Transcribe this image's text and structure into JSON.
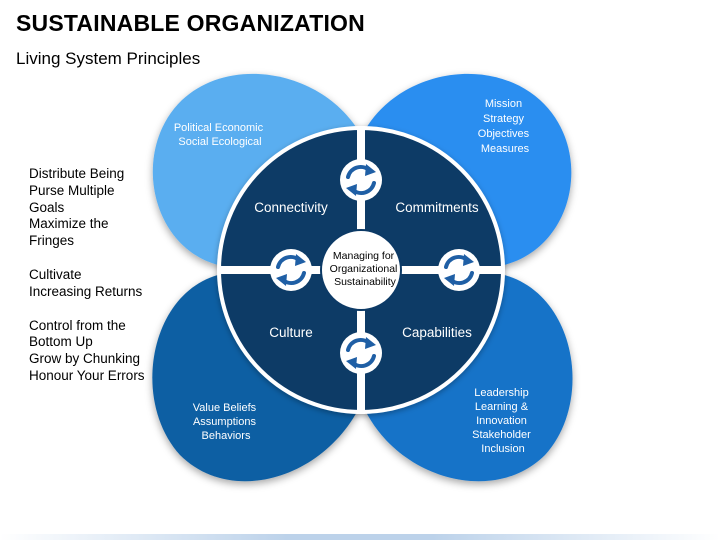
{
  "title": "SUSTAINABLE ORGANIZATION",
  "subtitle": "Living System Principles",
  "principles": [
    [
      "Distribute Being",
      "Purse Multiple",
      "Goals",
      "Maximize the",
      "Fringes"
    ],
    [
      "Cultivate",
      "Increasing Returns"
    ],
    [
      "Control from the",
      "Bottom Up",
      "Grow by Chunking",
      "Honour Your Errors"
    ]
  ],
  "center": [
    "Managing for",
    "Organizational",
    "Sustainability"
  ],
  "quadrants": {
    "connectivity": "Connectivity",
    "commitments": "Commitments",
    "culture": "Culture",
    "capabilities": "Capabilities"
  },
  "petals": {
    "top_left": [
      "Political Economic",
      "Social Ecological"
    ],
    "top_right": [
      "Mission",
      "Strategy",
      "Objectives",
      "Measures"
    ],
    "bottom_left": [
      "Value Beliefs",
      "Assumptions",
      "Behaviors"
    ],
    "bottom_right": [
      "Leadership",
      "Learning &",
      "Innovation",
      "Stakeholder",
      "Inclusion"
    ]
  },
  "colors": {
    "petal_top_left": "#5aaef0",
    "petal_top_right": "#2b8ef0",
    "petal_bottom_left": "#0e5fa3",
    "petal_bottom_right": "#1673c8",
    "circle": "#0c3a66",
    "cycle_icon": "#1f5fa5"
  },
  "icons": [
    "cycle-arrows-icon"
  ]
}
